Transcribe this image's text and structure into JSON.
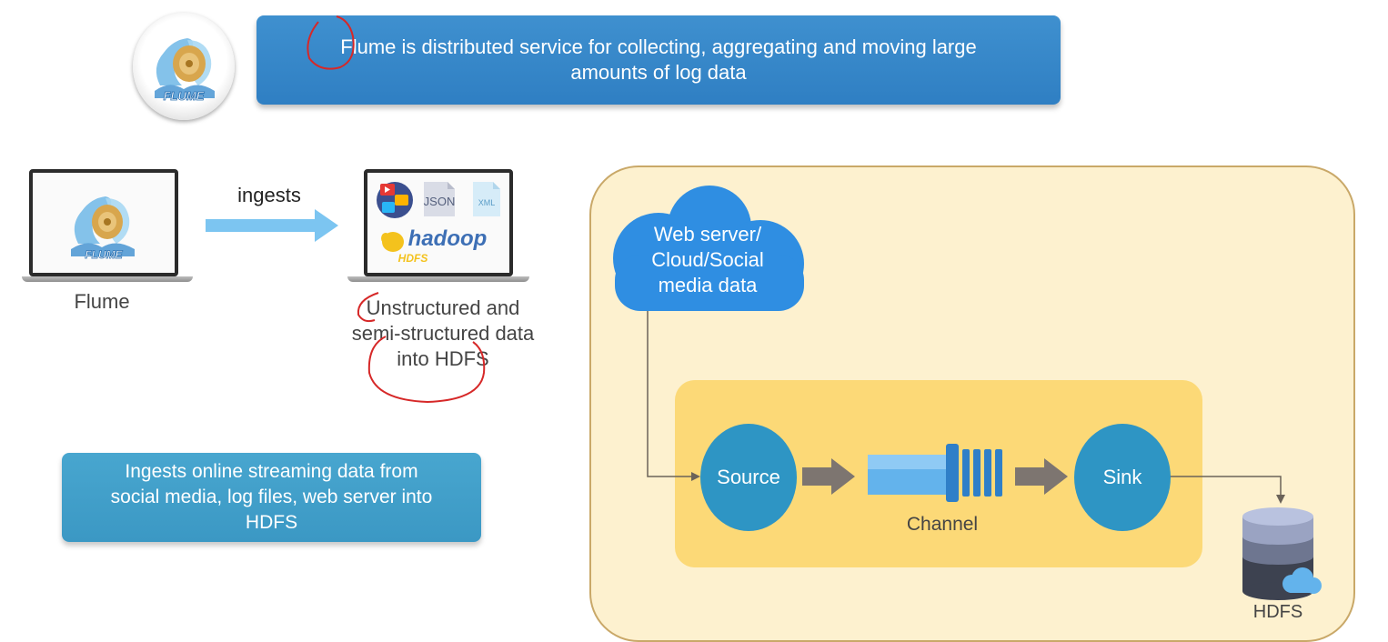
{
  "banner": {
    "line1": "Flume is distributed service for collecting, aggregating and moving large",
    "line2": "amounts of log data"
  },
  "logo": {
    "wordmark": "FLUME"
  },
  "ingest_flow": {
    "source_label": "Flume",
    "arrow_label": "ingests",
    "target_label_line1": "Unstructured and",
    "target_label_line2": "semi-structured data",
    "target_label_line3": "into HDFS",
    "file_icons": {
      "json": "JSON",
      "xml": "XML",
      "hadoop": "hadoop",
      "hdfs": "HDFS"
    }
  },
  "info_box": {
    "line1": "Ingests online streaming data from",
    "line2": "social media, log files, web server into",
    "line3": "HDFS"
  },
  "architecture": {
    "cloud_line1": "Web server/",
    "cloud_line2": "Cloud/Social",
    "cloud_line3": "media data",
    "source": "Source",
    "channel": "Channel",
    "sink": "Sink",
    "hdfs": "HDFS"
  },
  "colors": {
    "banner": "#3386c8",
    "info_box": "#3f9dc8",
    "panel_bg": "#fdf1cf",
    "inner_bg": "#fcd977",
    "node_blue": "#2e95c4",
    "arrow_light": "#7cc5f1",
    "arrow_gray": "#7d7570",
    "annotation_red": "#d62828"
  }
}
